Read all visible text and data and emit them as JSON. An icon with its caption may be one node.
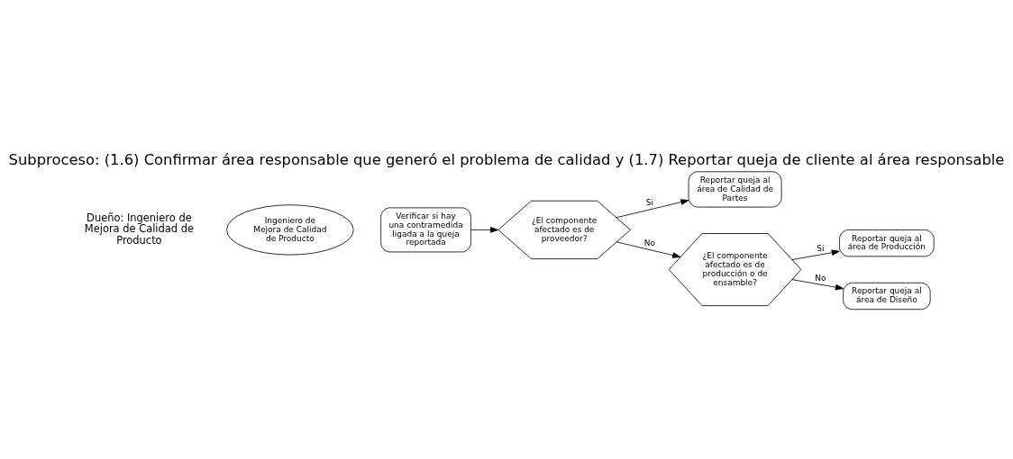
{
  "diagram": {
    "title": "Subproceso: (1.6) Confirmar área responsable que generó el problema de calidad y (1.7) Reportar queja de cliente al área responsable",
    "nodes": [
      {
        "text": [
          "Ingeniero de Mejora de Calidad de Producto"
        ]
      },
      {
        "text": [
          "Verificar si hay una contramedida ligada a la queja reportada"
        ]
      },
      {
        "text": [
          "¿El componente afectado es de proveedor?"
        ]
      },
      {
        "text": [
          "Reportar queja al área de Calidad de Partes"
        ]
      },
      {
        "text": [
          "¿El componente afectado es de producción o de ensamble?"
        ]
      },
      {
        "text": [
          "Reportar queja al área de Producción"
        ]
      },
      {
        "text": [
          "Reportar queja al área de Diseño"
        ]
      }
    ],
    "edges": [
      {
        "from": 1,
        "to": 2,
        "arrow": "to"
      },
      {
        "from": 2,
        "to": 3,
        "arrow": "to",
        "label": "Si"
      },
      {
        "from": 2,
        "to": 4,
        "arrow": "to",
        "label": "No"
      },
      {
        "from": 4,
        "to": 5,
        "arrow": "to",
        "label": "Si"
      },
      {
        "from": 4,
        "to": 6,
        "arrow": "to",
        "label": "No"
      }
    ],
    "labels": [
      "Dueño: Ingeniero de Mejora de Calidad de Producto"
    ]
  }
}
